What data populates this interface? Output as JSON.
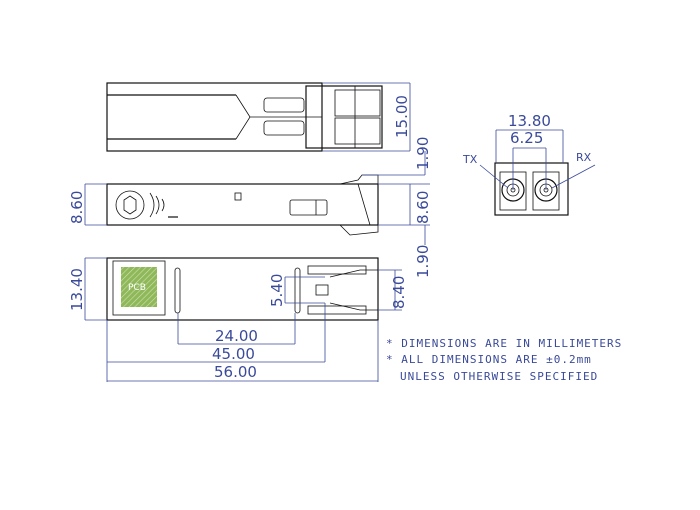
{
  "dimensions": {
    "top_width": "15.00",
    "latch_offset_top": "1.90",
    "side_height_left": "8.60",
    "side_height_right": "8.60",
    "latch_offset_bottom": "1.90",
    "bottom_width": "13.40",
    "port_width": "8.40",
    "port_inner": "5.40",
    "len_24": "24.00",
    "len_45": "45.00",
    "len_56": "56.00",
    "front_width": "13.80",
    "pitch": "6.25"
  },
  "labels": {
    "tx": "TX",
    "rx": "RX",
    "pcb": "PCB"
  },
  "notes": [
    "* DIMENSIONS ARE IN MILLIMETERS",
    "* ALL DIMENSIONS ARE ±0.2mm",
    "UNLESS OTHERWISE SPECIFIED"
  ],
  "colors": {
    "dimension": "#3a4a9a",
    "pcb": "#8fb85a"
  }
}
